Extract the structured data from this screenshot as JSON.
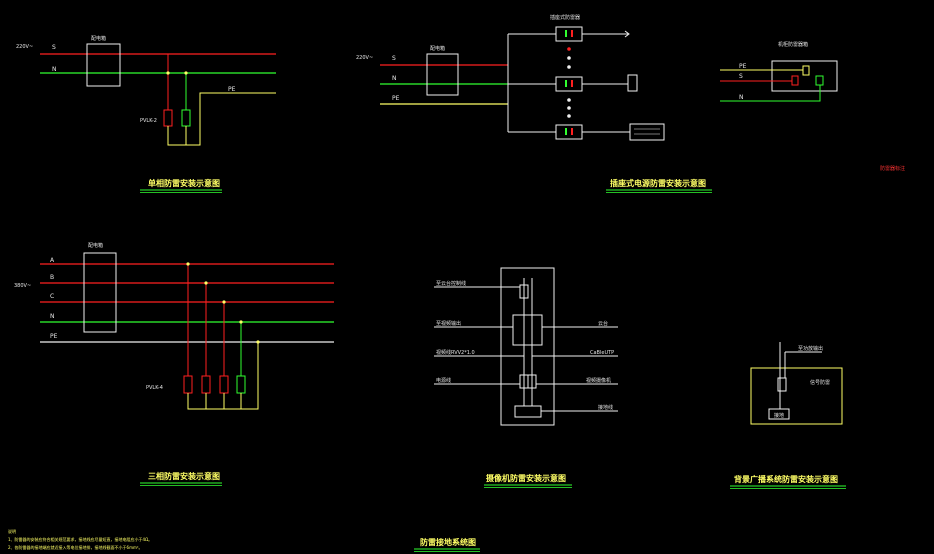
{
  "diagrams": {
    "single_phase": {
      "title": "单相防雷安装示意图",
      "supply": "220V~",
      "lines": [
        "S",
        "N",
        "PE"
      ],
      "box": "配电箱",
      "spd": "PVLK-2"
    },
    "plugin": {
      "title": "插座式电源防雷安装示意图",
      "supply": "220V~",
      "lines": [
        "S",
        "N",
        "PE"
      ],
      "box": "配电箱",
      "top_label": "插座式防雷器"
    },
    "rack": {
      "label": "机柜防雷器箱",
      "lines": [
        "PE",
        "S",
        "N"
      ]
    },
    "three_phase": {
      "title": "三相防雷安装示意图",
      "supply": "380V~",
      "lines": [
        "A",
        "B",
        "C",
        "N",
        "PE"
      ],
      "box": "配电箱",
      "spd": "PVLK-4"
    },
    "camera": {
      "title": "摄像机防雷安装示意图",
      "left": [
        "至云台控制线",
        "至视频输出",
        "视频线RVV2*1.0",
        "电源线"
      ],
      "right": [
        "云台",
        "CaBleUTP",
        "视频摄像机",
        "接地线"
      ]
    },
    "broadcast": {
      "title": "背景广播系统防雷安装示意图",
      "top": "至功放输出",
      "spd": "信号防雷",
      "gnd": "接地"
    }
  },
  "footer": {
    "title": "防雷接地系统图",
    "notes_head": "说明",
    "notes": [
      "1、防雷器的安装应符合相关规范要求，接地线应尽量短直，接地电阻应小于4Ω。",
      "2、各防雷器的接地端应就近接入等电位接地排，接地线截面不小于6mm²。"
    ],
    "red_note": "防雷器标注"
  },
  "colors": {
    "red": "#ff2020",
    "green": "#30ff30",
    "white": "#f0f0f0",
    "yellow": "#ffff66",
    "title_underline": "#30ff30"
  }
}
